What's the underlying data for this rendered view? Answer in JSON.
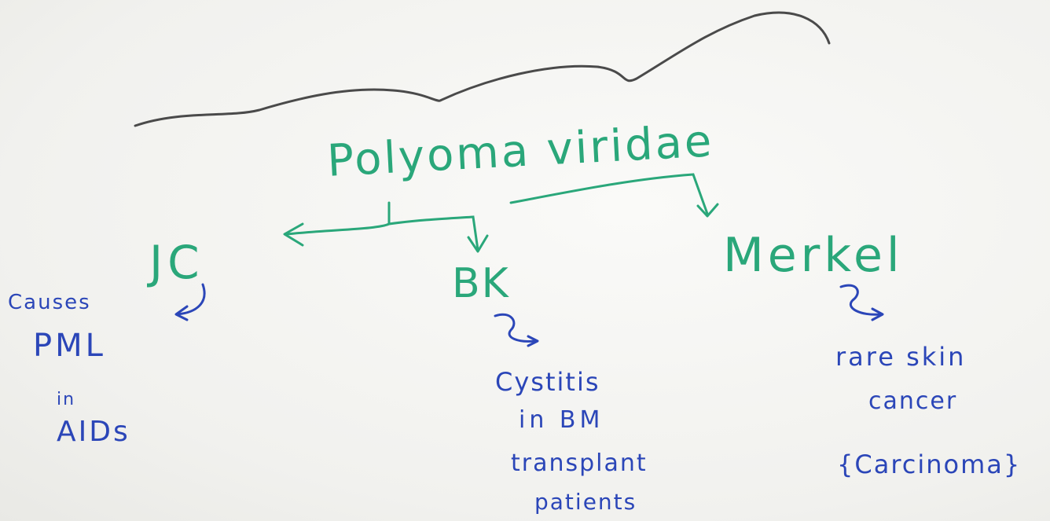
{
  "diagram": {
    "title": "Polyoma viridae",
    "nodes": [
      {
        "id": "jc",
        "label": "JC",
        "note_lines": [
          "Causes",
          "PML",
          "in",
          "AIDs"
        ]
      },
      {
        "id": "bk",
        "label": "BK",
        "note_lines": [
          "Cystitis",
          "in BM",
          "transplant",
          "patients"
        ]
      },
      {
        "id": "merkel",
        "label": "Merkel",
        "note_lines": [
          "rare skin",
          "cancer",
          "{Carcinoma}"
        ]
      }
    ],
    "edges": [
      {
        "from": "title",
        "to": "jc"
      },
      {
        "from": "title",
        "to": "bk"
      },
      {
        "from": "title",
        "to": "merkel"
      },
      {
        "from": "jc",
        "to": "jc-note"
      },
      {
        "from": "bk",
        "to": "bk-note"
      },
      {
        "from": "merkel",
        "to": "merkel-note"
      }
    ],
    "colors": {
      "heading_ink": "#2aa77a",
      "note_ink": "#2b46b8",
      "scribble_ink": "#4a4a4a",
      "paper": "#f4f4f1"
    }
  }
}
